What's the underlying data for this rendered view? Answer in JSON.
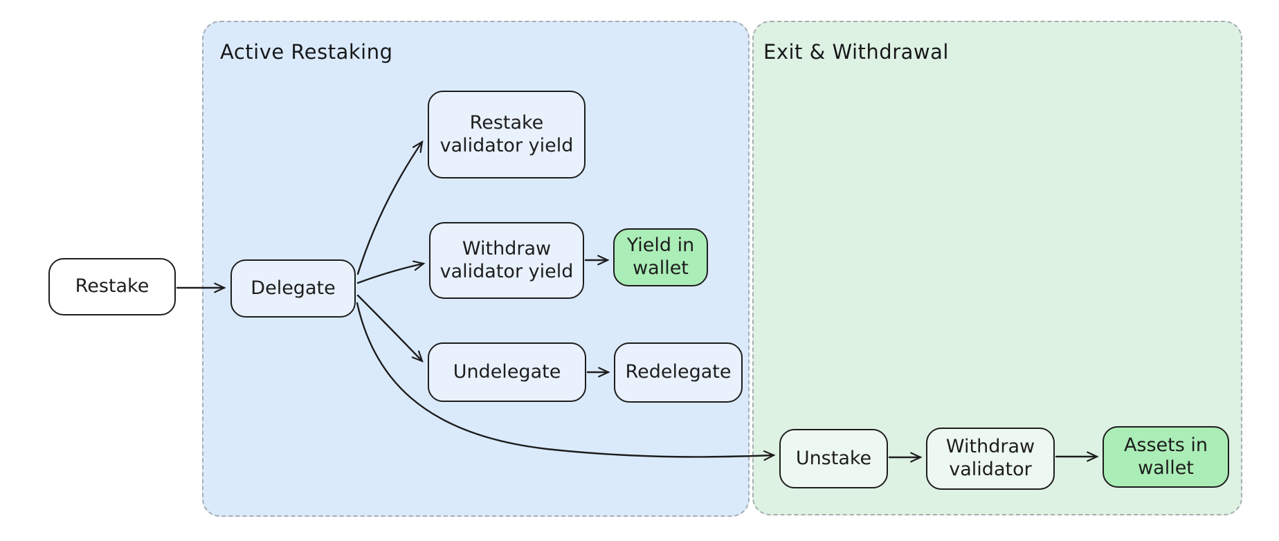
{
  "palette": {
    "region_blue_fill": "#dbeafb",
    "region_green_fill": "#def2e4",
    "node_blue_fill": "#e8f1fc",
    "node_palegreen_fill": "#edf8f0",
    "node_green_fill": "#abedb7",
    "node_white_fill": "#ffffff",
    "stroke": "#1c1c1c",
    "region_border": "#a7acb1",
    "text": "#1d1d1d"
  },
  "regions": [
    {
      "id": "active-restaking",
      "title": "Active Restaking"
    },
    {
      "id": "exit-withdrawal",
      "title": "Exit & Withdrawal"
    }
  ],
  "nodes": [
    {
      "id": "restake",
      "label": "Restake"
    },
    {
      "id": "delegate",
      "label": "Delegate"
    },
    {
      "id": "restake-validator-yield",
      "label": "Restake\nvalidator yield"
    },
    {
      "id": "withdraw-validator-yield",
      "label": "Withdraw\nvalidator yield"
    },
    {
      "id": "yield-in-wallet",
      "label": "Yield in\nwallet"
    },
    {
      "id": "undelegate",
      "label": "Undelegate"
    },
    {
      "id": "redelegate",
      "label": "Redelegate"
    },
    {
      "id": "unstake",
      "label": "Unstake"
    },
    {
      "id": "withdraw-validator",
      "label": "Withdraw\nvalidator"
    },
    {
      "id": "assets-in-wallet",
      "label": "Assets in\nwallet"
    }
  ],
  "edges": [
    {
      "from": "restake",
      "to": "delegate"
    },
    {
      "from": "delegate",
      "to": "restake-validator-yield"
    },
    {
      "from": "delegate",
      "to": "withdraw-validator-yield"
    },
    {
      "from": "delegate",
      "to": "undelegate"
    },
    {
      "from": "delegate",
      "to": "unstake"
    },
    {
      "from": "withdraw-validator-yield",
      "to": "yield-in-wallet"
    },
    {
      "from": "undelegate",
      "to": "redelegate"
    },
    {
      "from": "unstake",
      "to": "withdraw-validator"
    },
    {
      "from": "withdraw-validator",
      "to": "assets-in-wallet"
    }
  ]
}
